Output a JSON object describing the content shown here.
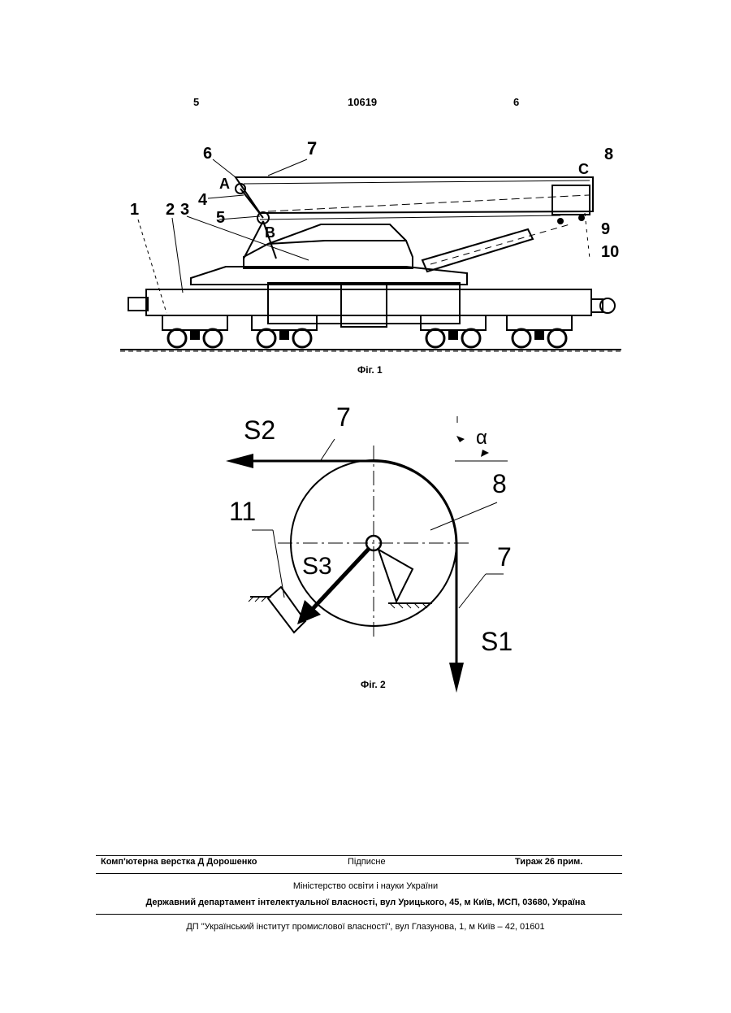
{
  "header": {
    "page_left": "5",
    "patent_number": "10619",
    "page_right": "6"
  },
  "figure1": {
    "caption": "Фіг. 1",
    "labels": [
      "1",
      "2",
      "3",
      "4",
      "5",
      "6",
      "7",
      "8",
      "9",
      "10",
      "A",
      "B",
      "C"
    ]
  },
  "figure2": {
    "caption": "Фіг. 2",
    "labels": {
      "s1": "S1",
      "s2": "S2",
      "s3": "S3",
      "seven_top": "7",
      "seven_right": "7",
      "eight": "8",
      "eleven": "11",
      "alpha": "α"
    }
  },
  "footer": {
    "typesetting": "Комп'ютерна верстка Д Дорошенко",
    "signed": "Підписне",
    "circulation": "Тираж 26 прим.",
    "ministry": "Міністерство освіти і науки України",
    "department": "Державний департамент інтелектуальної власності, вул Урицького, 45, м Київ, МСП, 03680, Україна",
    "institute": "ДП \"Український інститут промислової власності\", вул Глазунова, 1, м Київ – 42, 01601"
  }
}
